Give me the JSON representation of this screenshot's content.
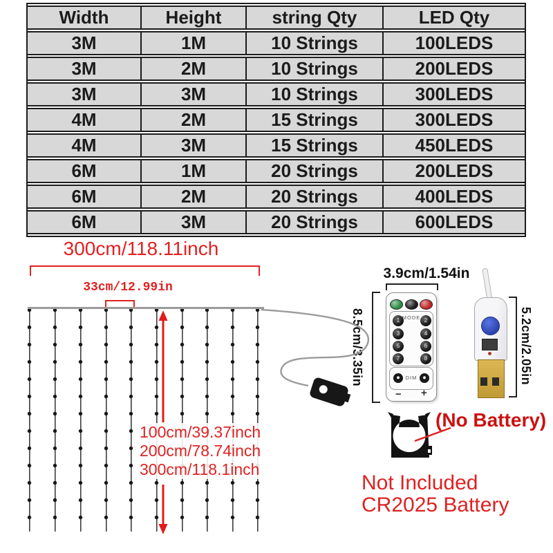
{
  "table": {
    "headers": [
      "Width",
      "Height",
      "string Qty",
      "LED Qty"
    ],
    "rows": [
      [
        "3M",
        "1M",
        "10 Strings",
        "100LEDS"
      ],
      [
        "3M",
        "2M",
        "10 Strings",
        "200LEDS"
      ],
      [
        "3M",
        "3M",
        "10 Strings",
        "300LEDS"
      ],
      [
        "4M",
        "2M",
        "15 Strings",
        "300LEDS"
      ],
      [
        "4M",
        "3M",
        "15 Strings",
        "450LEDS"
      ],
      [
        "6M",
        "1M",
        "20 Strings",
        "200LEDS"
      ],
      [
        "6M",
        "2M",
        "20 Strings",
        "400LEDS"
      ],
      [
        "6M",
        "3M",
        "20 Strings",
        "600LEDS"
      ]
    ]
  },
  "curtain": {
    "width_label": "300cm/118.11inch",
    "spacing_label": "33cm/12.99in",
    "drop_labels": [
      "100cm/39.37inch",
      "200cm/78.74inch",
      "300cm/118.1inch"
    ]
  },
  "remote": {
    "width_label": "3.9cm/1.54in",
    "height_label": "8.5cm/3.35in",
    "mode": "MODE",
    "dim": "DIM",
    "minus": "−",
    "plus": "+",
    "numbers": [
      "1",
      "2",
      "3",
      "4",
      "5",
      "6",
      "7",
      "8"
    ]
  },
  "usb": {
    "height_label": "5.2cm/2.05in"
  },
  "battery_note": {
    "no_battery": "(No Battery)",
    "line1": "Not Included",
    "line2": "CR2025 Battery"
  },
  "colors": {
    "accent_red": "#e02222",
    "deep_red": "#cc1111",
    "cell_gray": "#d8d8d8",
    "border_dark": "#1b1b1b"
  }
}
